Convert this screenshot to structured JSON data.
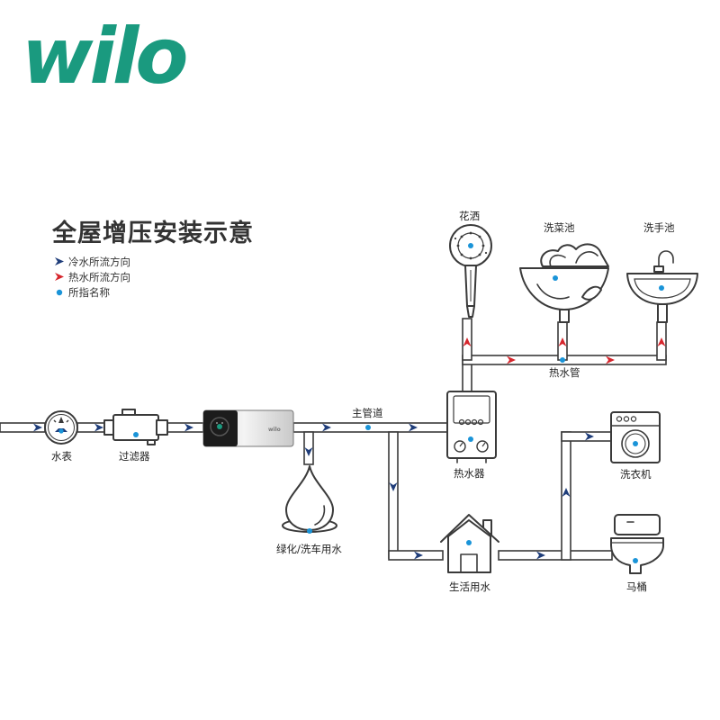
{
  "brand": {
    "logo_text": "wilo",
    "logo_color": "#1a9a7f"
  },
  "title": "全屋增压安装示意",
  "legend": [
    {
      "text": "冷水所流方向",
      "marker": "cold-arrow",
      "color": "#1f3d7a"
    },
    {
      "text": "热水所流方向",
      "marker": "hot-arrow",
      "color": "#d6262d"
    },
    {
      "text": "所指名称",
      "marker": "dot",
      "color": "#1a94d8"
    }
  ],
  "labels": {
    "water_meter": "水表",
    "filter": "过滤器",
    "main_pipe": "主管道",
    "greening": "绿化/洗车用水",
    "water_heater": "热水器",
    "shower": "花洒",
    "veg_sink": "洗菜池",
    "hand_sink": "洗手池",
    "hot_pipe": "热水管",
    "domestic_water": "生活用水",
    "washing_machine": "洗衣机",
    "toilet": "马桶"
  },
  "pump_badge": "wilo",
  "colors": {
    "cold": "#1f3d7a",
    "hot": "#d6262d",
    "dot": "#1a94d8",
    "line": "#3a3a3a"
  }
}
